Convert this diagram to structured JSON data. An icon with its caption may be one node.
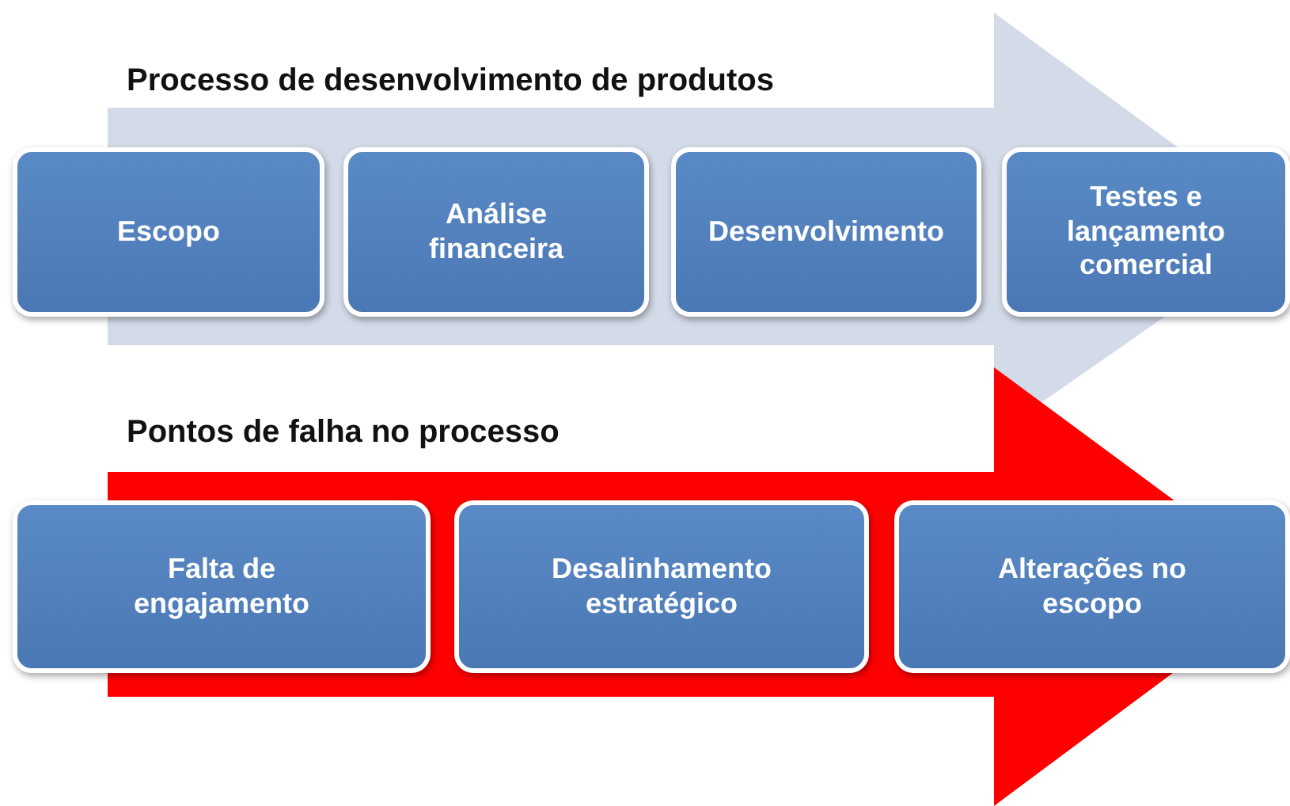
{
  "diagram": {
    "nodes": [
      {
        "text": [
          "Processo de desenvolvimento de produtos"
        ]
      },
      {
        "text": [
          "Escopo"
        ]
      },
      {
        "text": [
          "Análise financeira"
        ],
        "in": 0
      },
      {
        "text": [
          "Desenvolvimento"
        ],
        "in": 0
      },
      {
        "text": [
          "Testes e lançamento comercial"
        ],
        "in": 0
      },
      {
        "text": [
          "Pontos de falha no processo"
        ]
      },
      {
        "text": [
          "Falta de engajamento"
        ]
      },
      {
        "text": [
          "Desalinhamento estratégico"
        ],
        "in": 5
      },
      {
        "text": [
          "Alterações no escopo"
        ],
        "in": 5
      }
    ]
  }
}
